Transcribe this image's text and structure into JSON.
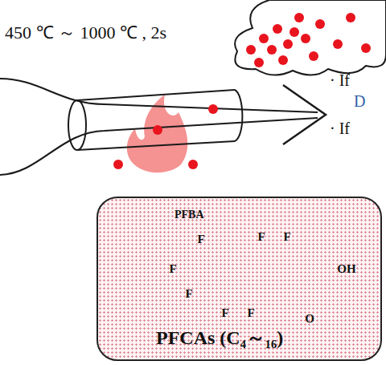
{
  "diagram": {
    "nodes": [
      {
        "text": [
          "PFBA",
          "PFCAs (C₄～₁₆)"
        ]
      }
    ],
    "labels": [
      "450 ℃ ～ 1000 ℃ , 2s",
      "· If",
      "D",
      "· If",
      "F",
      "F",
      "F",
      "F",
      "F",
      "F",
      "F",
      "OH",
      "O"
    ]
  }
}
